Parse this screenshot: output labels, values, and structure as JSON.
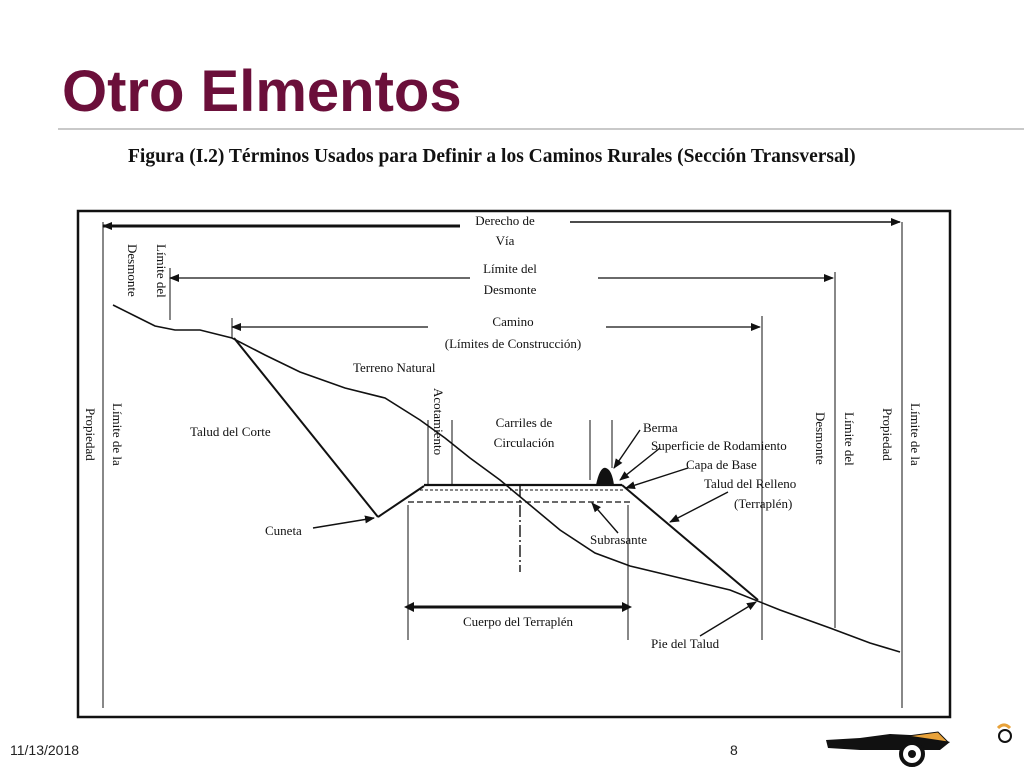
{
  "slide": {
    "title": "Otro Elmentos",
    "date": "11/13/2018",
    "page_number": "8"
  },
  "figure": {
    "caption": "Figura (I.2) Términos Usados para Definir a los Caminos Rurales (Sección Transversal)",
    "labels": {
      "derecho_via_1": "Derecho de",
      "derecho_via_2": "Vía",
      "limite_desmonte_1": "Límite del",
      "limite_desmonte_2": "Desmonte",
      "camino_1": "Camino",
      "camino_2": "(Límites de Construcción)",
      "terreno_natural": "Terreno Natural",
      "talud_corte": "Talud del Corte",
      "cuneta": "Cuneta",
      "acotamiento": "Acotamiento",
      "carriles_1": "Carriles de",
      "carriles_2": "Circulación",
      "berma": "Berma",
      "superficie_rodamiento": "Superficie de Rodamiento",
      "capa_base": "Capa de Base",
      "talud_relleno": "Talud del Relleno",
      "terraplen": "(Terraplén)",
      "subrasante": "Subrasante",
      "cuerpo_terraplen": "Cuerpo del Terraplén",
      "pie_talud": "Pie del Talud",
      "left_desmonte_v1": "Límite del",
      "left_desmonte_v2": "Desmonte",
      "left_propiedad_v1": "Límite de la",
      "left_propiedad_v2": "Propiedad",
      "right_desmonte_v1": "Límite del",
      "right_desmonte_v2": "Desmonte",
      "right_propiedad_v1": "Límite de la",
      "right_propiedad_v2": "Propiedad"
    }
  },
  "colors": {
    "title": "#6b0f3a",
    "rule": "#c9c9c9",
    "ink": "#111111"
  }
}
